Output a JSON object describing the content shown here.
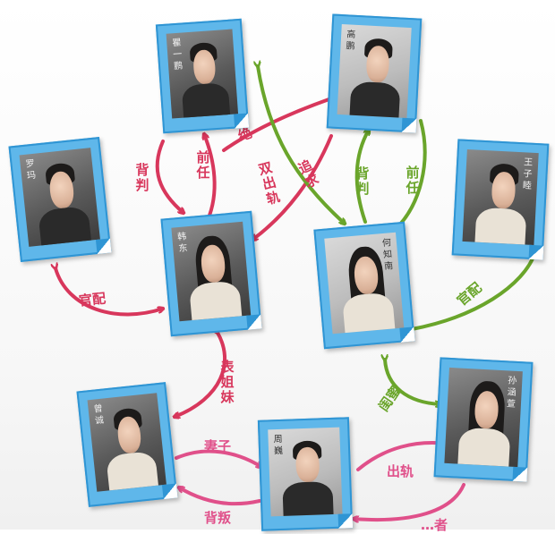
{
  "people": [
    {
      "id": "zhai-yipeng",
      "name": "瞿一鹏"
    },
    {
      "id": "gao-peng",
      "name": "高鹏"
    },
    {
      "id": "luo-ma",
      "name": "罗玛"
    },
    {
      "id": "han-dong",
      "name": "韩东"
    },
    {
      "id": "he-zhinan",
      "name": "何知南"
    },
    {
      "id": "wang-zimu",
      "name": "王子睦"
    },
    {
      "id": "zeng-cheng",
      "name": "曾诚"
    },
    {
      "id": "zhou-wei",
      "name": "周巍"
    },
    {
      "id": "sun-hanxuan",
      "name": "孙涵萱"
    }
  ],
  "relations": [
    {
      "id": "beipan-1",
      "text": "背判",
      "color": "#d8375c"
    },
    {
      "id": "qianren-1",
      "text": "前任",
      "color": "#d8375c"
    },
    {
      "id": "jujue",
      "text": "拒绝",
      "color": "#d8375c"
    },
    {
      "id": "shuangchugui",
      "text": "双出轨",
      "color": "#d8375c"
    },
    {
      "id": "zhuiqiu",
      "text": "追求",
      "color": "#d8375c"
    },
    {
      "id": "beipan-2",
      "text": "背判",
      "color": "#6aa52b"
    },
    {
      "id": "qianren-2",
      "text": "前任",
      "color": "#6aa52b"
    },
    {
      "id": "guanpei-1",
      "text": "官配",
      "color": "#d8375c"
    },
    {
      "id": "guanpei-2",
      "text": "官配",
      "color": "#6aa52b"
    },
    {
      "id": "biaojiemei",
      "text": "表姐妹",
      "color": "#d8375c"
    },
    {
      "id": "guimi",
      "text": "闺蜜",
      "color": "#6aa52b"
    },
    {
      "id": "qizi",
      "text": "妻子",
      "color": "#e0508a"
    },
    {
      "id": "beipan-3",
      "text": "背叛",
      "color": "#e0508a"
    },
    {
      "id": "chugui",
      "text": "出轨",
      "color": "#e0508a"
    },
    {
      "id": "partial-bottom",
      "text": "…者",
      "color": "#e0508a"
    }
  ]
}
